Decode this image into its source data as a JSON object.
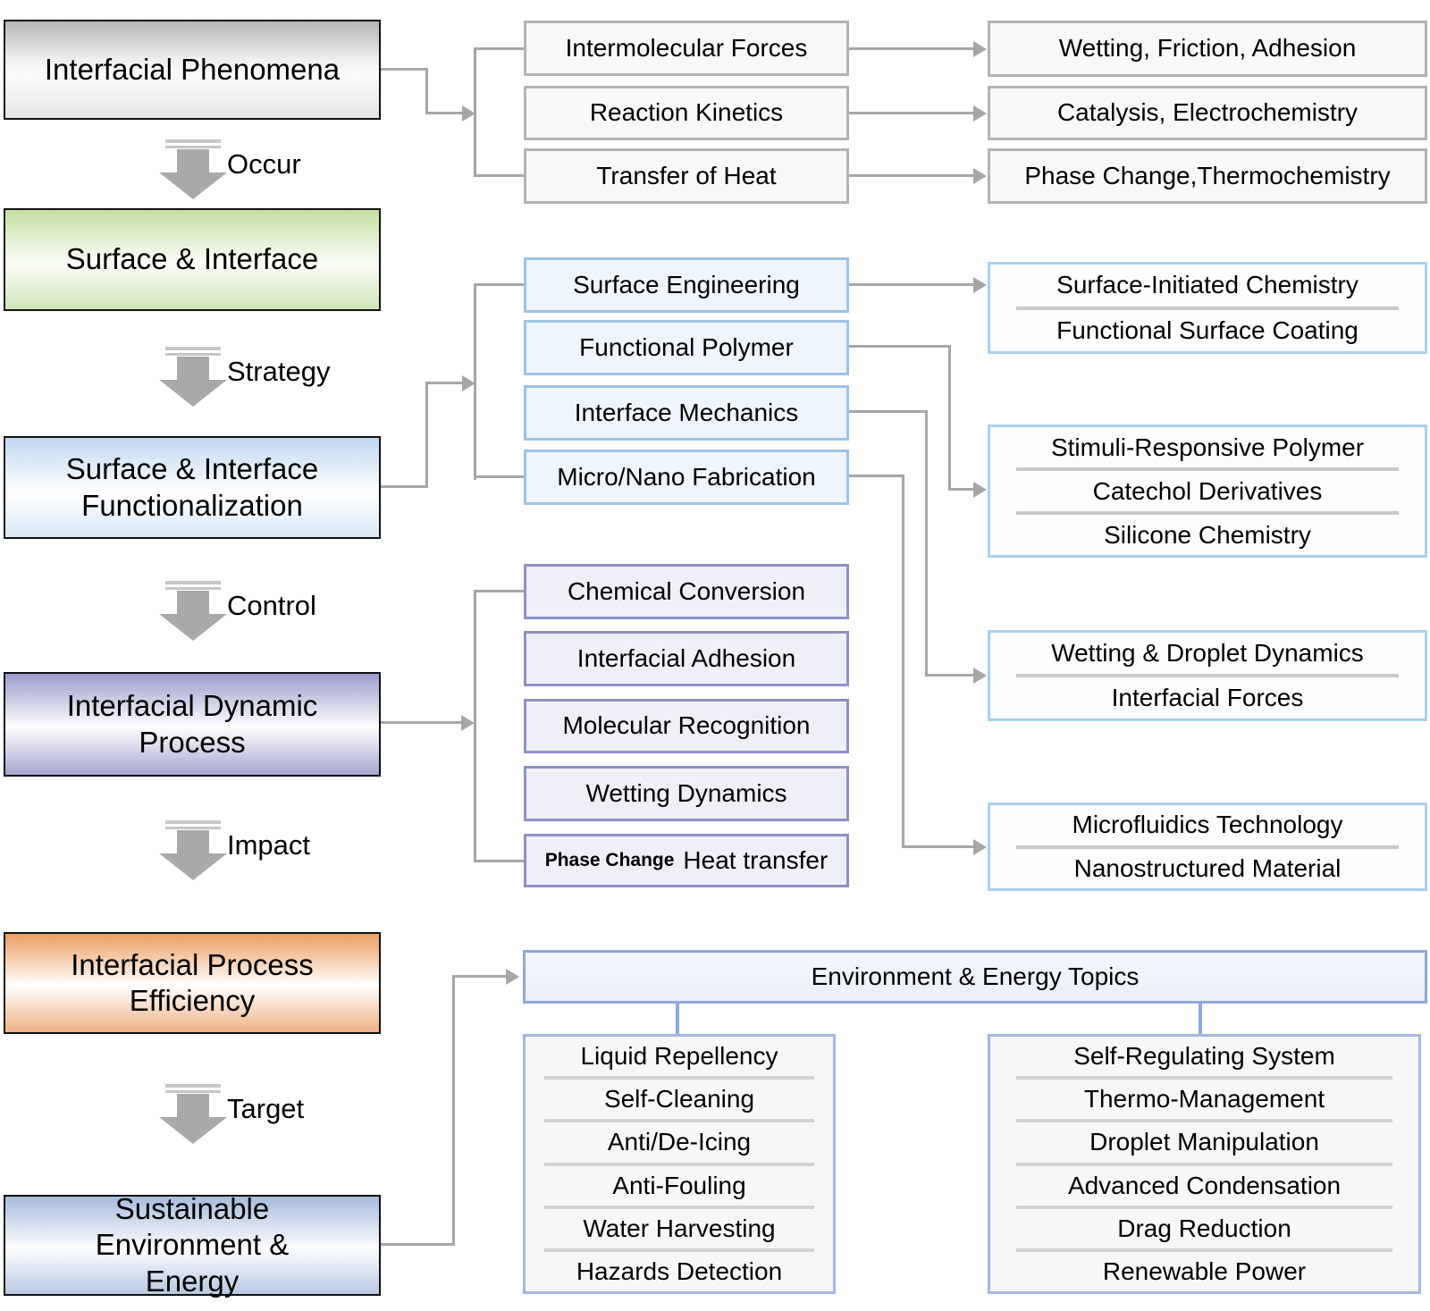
{
  "stages": [
    "Interfacial Phenomena",
    "Surface & Interface",
    "Surface & Interface Functionalization",
    "Interfacial Dynamic Process",
    "Interfacial Process Efficiency",
    "Sustainable Environment & Energy"
  ],
  "flow": [
    "Occur",
    "Strategy",
    "Control",
    "Impact",
    "Target"
  ],
  "phenomena": {
    "causes": [
      "Intermolecular Forces",
      "Reaction Kinetics",
      "Transfer of Heat"
    ],
    "effects": [
      "Wetting, Friction, Adhesion",
      "Catalysis, Electrochemistry",
      "Phase Change,Thermochemistry"
    ]
  },
  "strategies": [
    "Surface Engineering",
    "Functional Polymer",
    "Interface Mechanics",
    "Micro/Nano Fabrication"
  ],
  "topics_a": [
    "Surface-Initiated Chemistry",
    "Functional Surface Coating"
  ],
  "topics_b": [
    "Stimuli-Responsive Polymer",
    "Catechol Derivatives",
    "Silicone Chemistry"
  ],
  "topics_c": [
    "Wetting & Droplet Dynamics",
    "Interfacial Forces"
  ],
  "topics_d": [
    "Microfluidics Technology",
    "Nanostructured Material"
  ],
  "processes": [
    "Chemical Conversion",
    "Interfacial Adhesion",
    "Molecular Recognition",
    "Wetting Dynamics"
  ],
  "process_special": {
    "prefix": "Phase Change",
    "main": "Heat transfer"
  },
  "bottom": {
    "header": "Environment & Energy Topics",
    "left": [
      "Liquid Repellency",
      "Self-Cleaning",
      "Anti/De-Icing",
      "Anti-Fouling",
      "Water Harvesting",
      "Hazards Detection"
    ],
    "right": [
      "Self-Regulating System",
      "Thermo-Management",
      "Droplet Manipulation",
      "Advanced Condensation",
      "Drag Reduction",
      "Renewable Power"
    ]
  },
  "colors": {
    "connector": "#a6a6a6",
    "gray_border": "#b3b3b3",
    "blue_border": "#9dc3e6",
    "purple_border": "#8f90c5",
    "topic_border": "#a7d1ef",
    "bottom_border": "#8ea9db"
  }
}
